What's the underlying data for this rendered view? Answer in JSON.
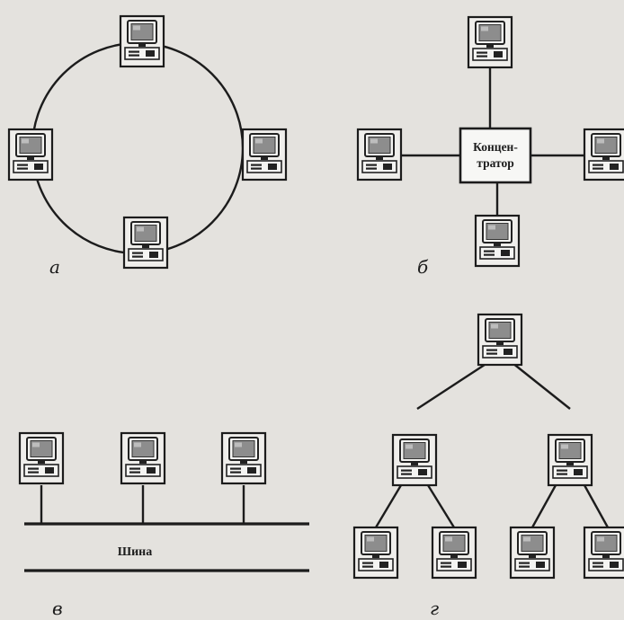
{
  "diagrams": {
    "ring": {
      "caption": "а"
    },
    "star": {
      "caption": "б",
      "hub_label_line1": "Концен-",
      "hub_label_line2": "тратор"
    },
    "bus": {
      "caption": "в",
      "bus_label": "Шина"
    },
    "tree": {
      "caption": "г"
    }
  },
  "icons": {
    "workstation": "computer-workstation-icon"
  }
}
